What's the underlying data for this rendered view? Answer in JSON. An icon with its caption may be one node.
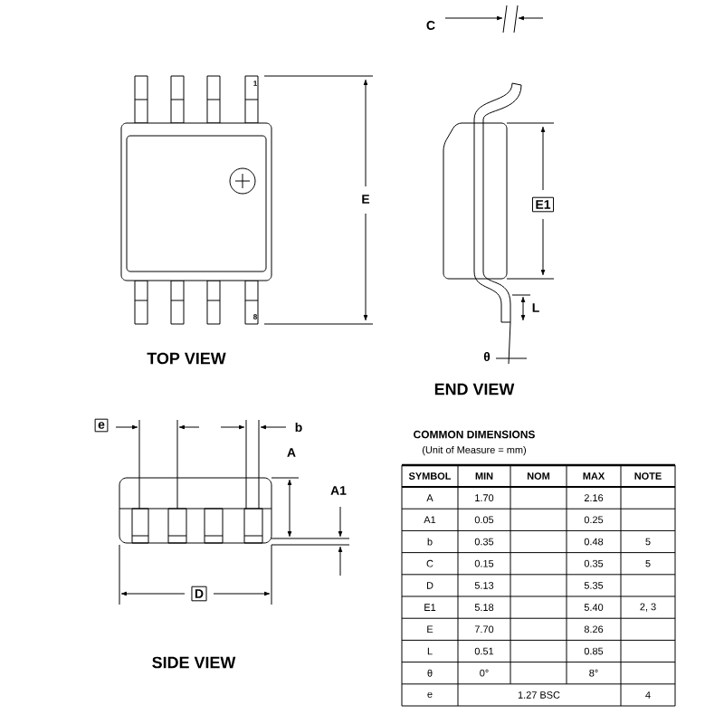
{
  "diagram": {
    "labels": [
      "C",
      "1",
      "E",
      "E1",
      "8",
      "L",
      "θ",
      "TOP VIEW",
      "END VIEW",
      "e",
      "b",
      "A",
      "A1",
      "D",
      "SIDE VIEW",
      "COMMON DIMENSIONS",
      "(Unit of Measure = mm)",
      "SYMBOL",
      "MIN",
      "NOM",
      "MAX",
      "NOTE",
      "A",
      "1.70",
      "2.16",
      "A1",
      "0.05",
      "0.25",
      "b",
      "0.35",
      "0.48",
      "5",
      "C",
      "0.15",
      "0.35",
      "5",
      "D",
      "5.13",
      "5.35",
      "E1",
      "5.18",
      "5.40",
      "2, 3",
      "E",
      "7.70",
      "8.26",
      "L",
      "0.51",
      "0.85",
      "θ",
      "0°",
      "8°",
      "e",
      "1.27 BSC",
      "4"
    ]
  }
}
